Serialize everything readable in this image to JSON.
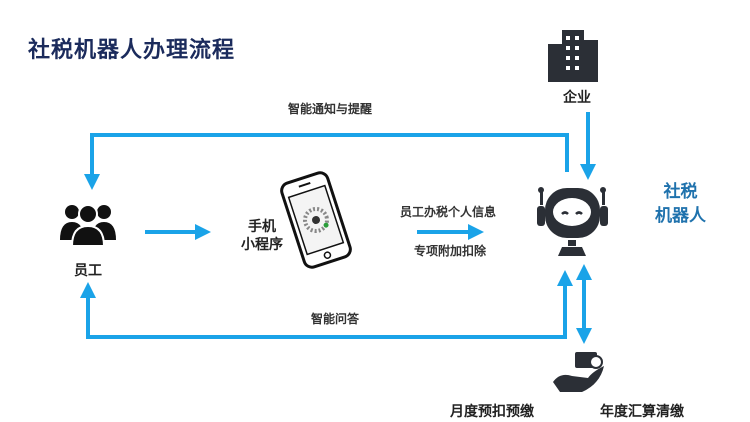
{
  "title": "社税机器人办理流程",
  "nodes": {
    "enterprise": "企业",
    "employee": "员工",
    "mini_program": [
      "手机",
      "小程序"
    ],
    "robot": [
      "社税",
      "机器人"
    ],
    "monthly": "月度预扣预缴",
    "annual": "年度汇算清缴"
  },
  "edges": {
    "notify": "智能通知与提醒",
    "info_line1": "员工办税个人信息",
    "info_line2": "专项附加扣除",
    "qa": "智能问答"
  },
  "colors": {
    "arrow": "#1aa3e8",
    "title": "#1b2b5c",
    "robot_label": "#1f72ad",
    "icon": "#2b2f36"
  }
}
